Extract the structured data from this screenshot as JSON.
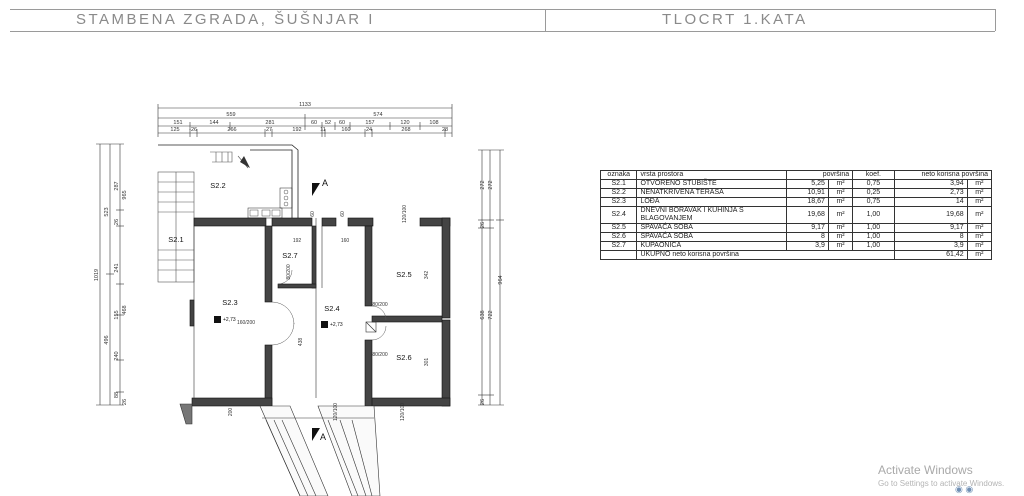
{
  "header": {
    "project_title": "STAMBENA ZGRADA, ŠUŠNJAR I",
    "drawing_title": "TLOCRT 1.KATA"
  },
  "plan": {
    "rooms": [
      {
        "code": "S2.1"
      },
      {
        "code": "S2.2"
      },
      {
        "code": "S2.3"
      },
      {
        "code": "S2.4"
      },
      {
        "code": "S2.5"
      },
      {
        "code": "S2.6"
      },
      {
        "code": "S2.7"
      }
    ],
    "top_dims": {
      "total": "1133",
      "halves": [
        "559",
        "574"
      ],
      "row2": [
        "151",
        "144",
        "281",
        "60",
        "52",
        "60",
        "157",
        "120",
        "108"
      ],
      "row3": [
        "125",
        "26",
        "266",
        "27",
        "192",
        "11",
        "160",
        "24",
        "268",
        "28"
      ]
    },
    "left_dims": {
      "outer": "1019",
      "mid": [
        "523",
        "496"
      ],
      "inner": [
        "287",
        "965",
        "26",
        "241",
        "155",
        "468",
        "240",
        "88",
        "26"
      ]
    },
    "right_dims": {
      "outer": "964",
      "mid": [
        "272",
        "26",
        "638",
        "26"
      ],
      "inner": [
        "272",
        "722"
      ]
    },
    "inner_dims": [
      "192",
      "160",
      "342",
      "301",
      "438"
    ],
    "openings": {
      "door_s23": "160/200",
      "door_s27": "80/200",
      "door_s25": "80/200",
      "door_s26": "80/200",
      "win_top_a": "60",
      "win_top_b": "60",
      "win_top_c": "120/100",
      "win_bot_a": "200",
      "win_bot_b": "120/100",
      "win_bot_c": "120/100"
    },
    "level_marks": [
      "+2,73",
      "+2,73"
    ],
    "section_marks": [
      "A",
      "A"
    ]
  },
  "table": {
    "headers": [
      "oznaka",
      "vrsta prostora",
      "površina",
      "koef.",
      "neto korisna površina"
    ],
    "rows": [
      {
        "code": "S2.1",
        "name": "OTVORENO STUBIŠTE",
        "area": "5,25",
        "unit": "m²",
        "coef": "0,75",
        "net": "3,94",
        "net_unit": "m²"
      },
      {
        "code": "S2.2",
        "name": "NENATKRIVENA TERASA",
        "area": "10,91",
        "unit": "m²",
        "coef": "0,25",
        "net": "2,73",
        "net_unit": "m²"
      },
      {
        "code": "S2.3",
        "name": "LOĐA",
        "area": "18,67",
        "unit": "m²",
        "coef": "0,75",
        "net": "14",
        "net_unit": "m²"
      },
      {
        "code": "S2.4",
        "name": "DNEVNI BORAVAK I KUHINJA S BLAGOVANJEM",
        "area": "19,68",
        "unit": "m²",
        "coef": "1,00",
        "net": "19,68",
        "net_unit": "m²"
      },
      {
        "code": "S2.5",
        "name": "SPAVAĆA SOBA",
        "area": "9,17",
        "unit": "m²",
        "coef": "1,00",
        "net": "9,17",
        "net_unit": "m²"
      },
      {
        "code": "S2.6",
        "name": "SPAVAĆA SOBA",
        "area": "8",
        "unit": "m²",
        "coef": "1,00",
        "net": "8",
        "net_unit": "m²"
      },
      {
        "code": "S2.7",
        "name": "KUPAONICA",
        "area": "3,9",
        "unit": "m²",
        "coef": "1,00",
        "net": "3,9",
        "net_unit": "m²"
      }
    ],
    "total": {
      "label": "UKUPNO neto korisna površina",
      "value": "61,42",
      "unit": "m²"
    }
  },
  "watermark": {
    "title": "Activate Windows",
    "subtitle": "Go to Settings to activate Windows."
  }
}
